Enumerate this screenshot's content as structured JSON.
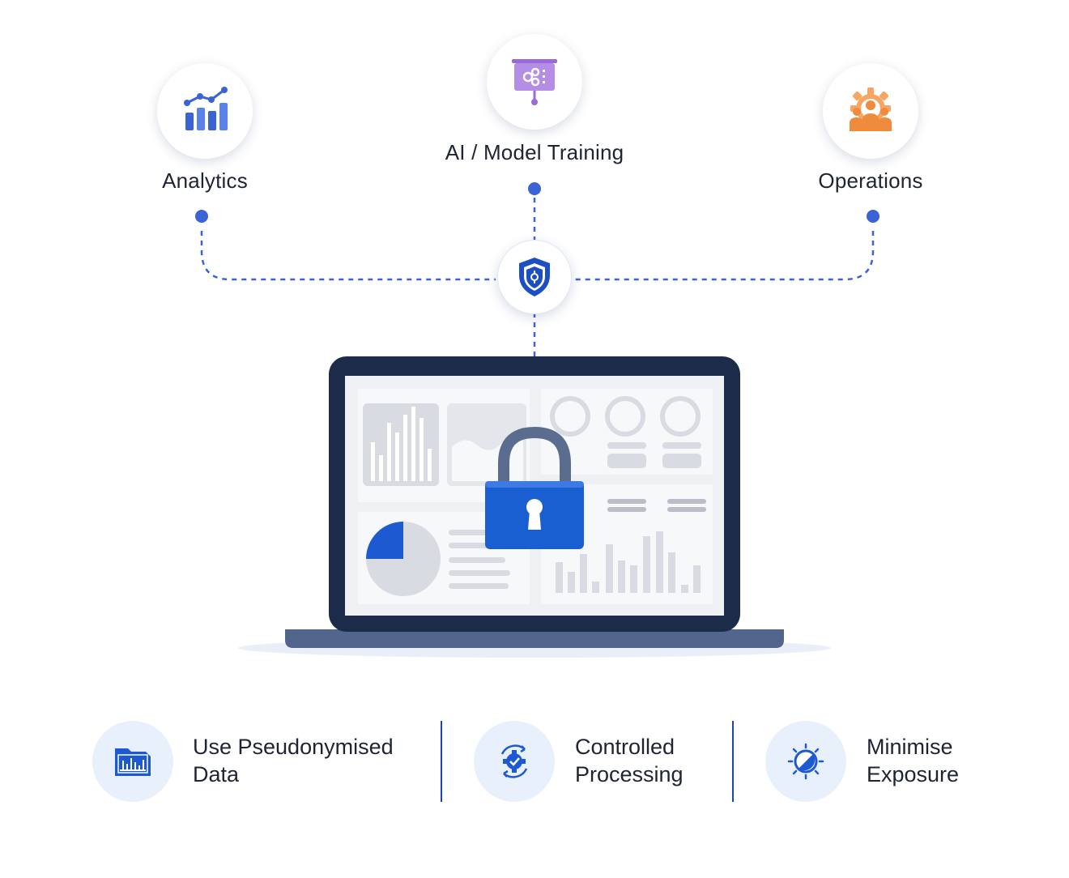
{
  "top_nodes": {
    "analytics": {
      "label": "Analytics",
      "icon": "analytics-chart-icon"
    },
    "ai": {
      "label": "AI / Model Training",
      "icon": "model-training-presentation-icon"
    },
    "operations": {
      "label": "Operations",
      "icon": "operations-team-gear-icon"
    }
  },
  "hub": {
    "icon": "shield-icon"
  },
  "center": {
    "icon": "laptop-lock-icon"
  },
  "features": [
    {
      "line1": "Use Pseudonymised",
      "line2": "Data",
      "icon": "data-folder-chart-icon"
    },
    {
      "line1": "Controlled",
      "line2": "Processing",
      "icon": "gear-cycle-icon"
    },
    {
      "line1": "Minimise",
      "line2": "Exposure",
      "icon": "exposure-dial-icon"
    }
  ],
  "colors": {
    "accent": "#3b63d6",
    "lock": "#1a5fd1",
    "laptop_frame": "#1c2b4a",
    "operations": "#f08a3c",
    "ai": "#9b6ad8"
  }
}
